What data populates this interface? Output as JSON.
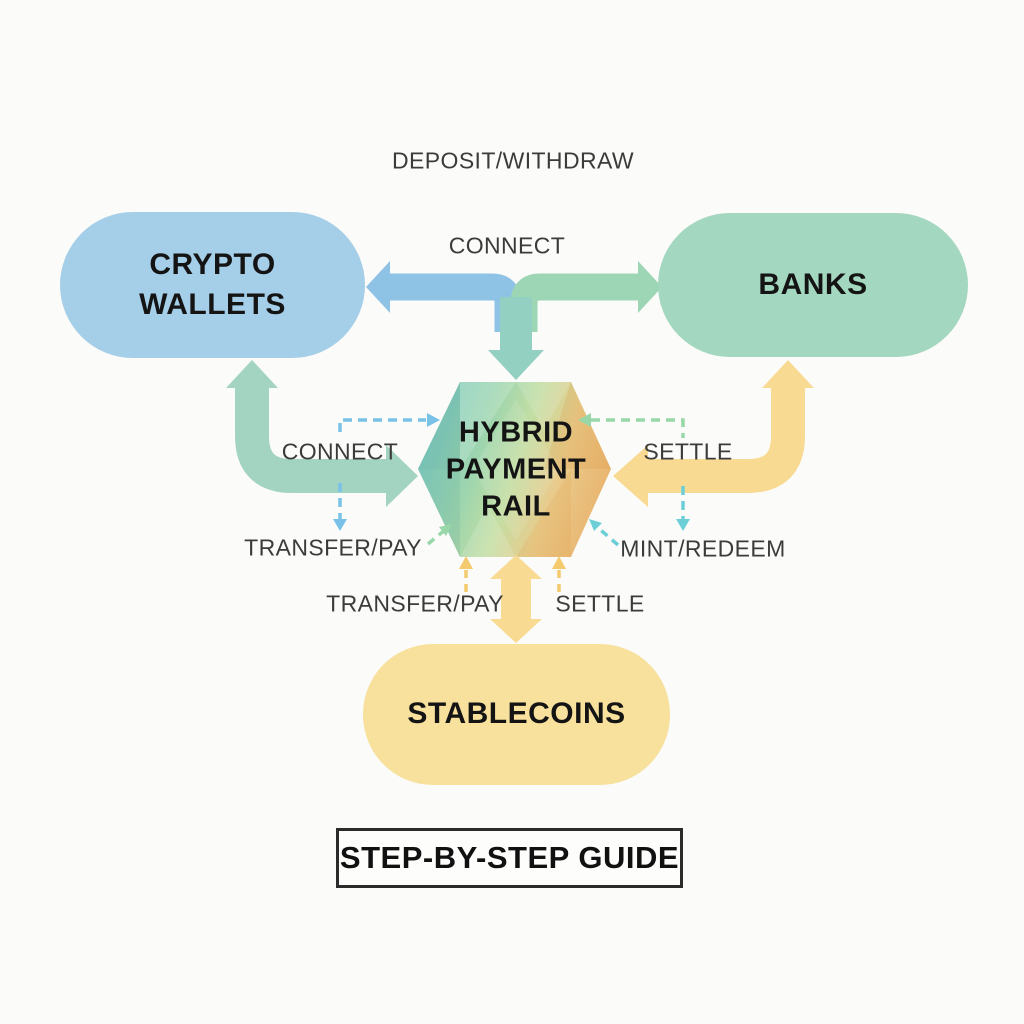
{
  "canvas": {
    "background": "#fbfbf9"
  },
  "nodes": {
    "crypto_wallets": {
      "label": "CRYPTO\nWALLETS",
      "fill": "#a5cee8"
    },
    "banks": {
      "label": "BANKS",
      "fill": "#a3d7bf"
    },
    "hybrid_rail": {
      "label": "HYBRID\nPAYMENT\nRAIL"
    },
    "stablecoins": {
      "label": "STABLECOINS",
      "fill": "#f8e19d"
    }
  },
  "labels": {
    "deposit_withdraw": "DEPOSIT/WITHDRAW",
    "connect_top": "CONNECT",
    "connect_left": "CONNECT",
    "settle_right": "SETTLE",
    "transfer_pay_left": "TRANSFER/PAY",
    "mint_redeem": "MINT/REDEEM",
    "transfer_pay_bottom": "TRANSFER/PAY",
    "settle_bottom": "SETTLE"
  },
  "footer": {
    "label": "STEP-BY-STEP GUIDE"
  },
  "colors": {
    "arrow_blue": "#8fc3e6",
    "arrow_green": "#9dd6b5",
    "arrow_teal": "#94d0c1",
    "arrow_mint": "#a3d4c2",
    "arrow_yellow": "#f8da92",
    "dashed_blue": "#79c1e6",
    "dashed_green": "#98d8a8",
    "dashed_cyan": "#6ccfd8",
    "dashed_yellow": "#f3ca6d",
    "label_text": "#3b3b3b",
    "node_text": "#141414",
    "rail_gradient": [
      "#7fccc2",
      "#9dd5ae",
      "#c3dea3",
      "#e9cb8c",
      "#e9b26c"
    ]
  }
}
